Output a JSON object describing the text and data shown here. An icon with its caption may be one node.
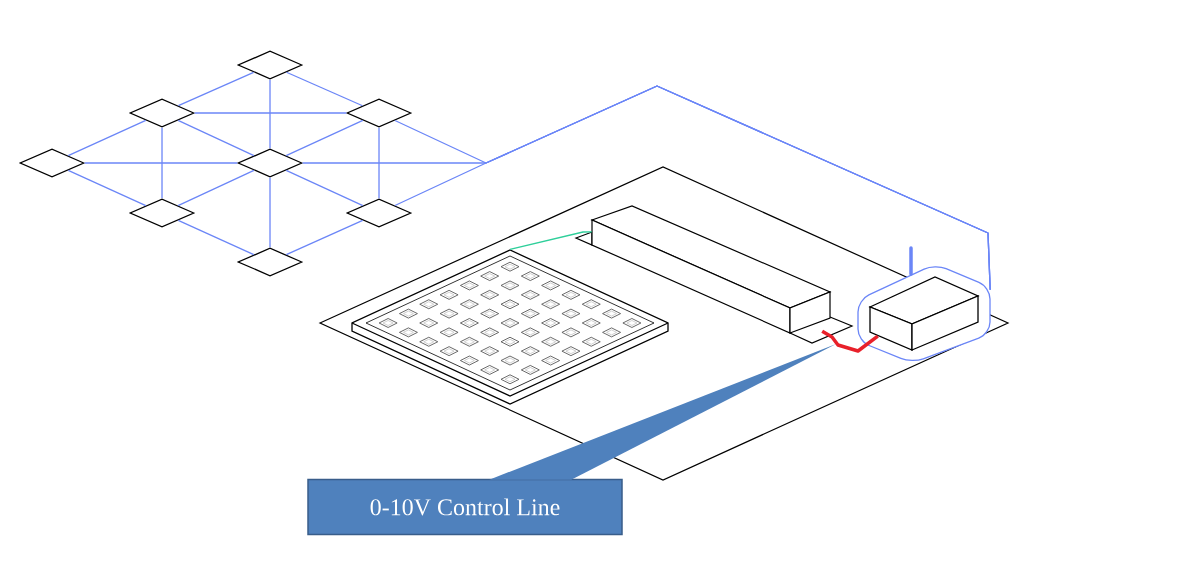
{
  "diagram": {
    "nodes": [
      {
        "text": [],
        "shape": "diamond"
      },
      {
        "text": [],
        "shape": "diamond"
      },
      {
        "text": [],
        "shape": "diamond"
      },
      {
        "text": [],
        "shape": "diamond"
      },
      {
        "text": [],
        "shape": "diamond"
      },
      {
        "text": [],
        "shape": "diamond"
      },
      {
        "text": [],
        "shape": "diamond"
      },
      {
        "text": [],
        "shape": "diamond"
      },
      {
        "text": [],
        "shape": "box"
      },
      {
        "text": [],
        "shape": "bar"
      },
      {
        "text": [],
        "shape": "box"
      },
      {
        "text": [
          "0-10V Control Line"
        ]
      }
    ],
    "edges": [
      {
        "from": 0,
        "to": 1,
        "arrow": "none"
      },
      {
        "from": 0,
        "to": 2,
        "arrow": "none"
      },
      {
        "from": 0,
        "to": 4,
        "arrow": "none"
      },
      {
        "from": 1,
        "to": 2,
        "arrow": "none"
      },
      {
        "from": 1,
        "to": 3,
        "arrow": "none"
      },
      {
        "from": 1,
        "to": 4,
        "arrow": "none"
      },
      {
        "from": 1,
        "to": 5,
        "arrow": "none"
      },
      {
        "from": 2,
        "to": 4,
        "arrow": "none"
      },
      {
        "from": 2,
        "to": 6,
        "arrow": "none"
      },
      {
        "from": 3,
        "to": 4,
        "arrow": "none"
      },
      {
        "from": 3,
        "to": 5,
        "arrow": "none"
      },
      {
        "from": 4,
        "to": 5,
        "arrow": "none"
      },
      {
        "from": 4,
        "to": 6,
        "arrow": "none"
      },
      {
        "from": 4,
        "to": 7,
        "arrow": "none"
      },
      {
        "from": 5,
        "to": 7,
        "arrow": "none"
      },
      {
        "from": 6,
        "to": 7,
        "arrow": "none"
      },
      {
        "from": 2,
        "to": 10,
        "arrow": "none"
      },
      {
        "from": 4,
        "to": 10,
        "arrow": "none"
      },
      {
        "from": 6,
        "to": 10,
        "arrow": "none"
      },
      {
        "from": 8,
        "to": 9,
        "arrow": "none",
        "color": "#2ecf9a"
      },
      {
        "from": 9,
        "to": 10,
        "arrow": "none",
        "style": "thick",
        "color": "#e8202a"
      }
    ]
  }
}
